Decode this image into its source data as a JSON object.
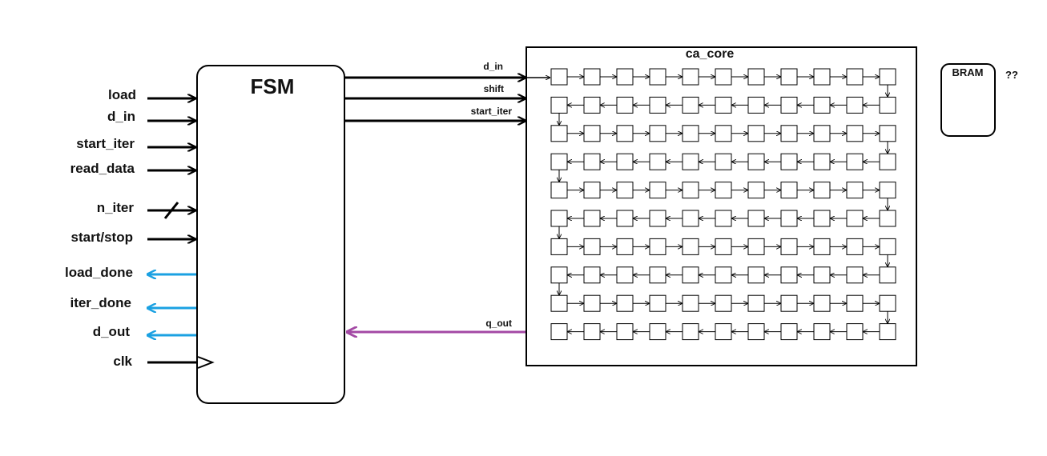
{
  "fsm": {
    "title": "FSM"
  },
  "fsm_inputs": [
    {
      "label": "load"
    },
    {
      "label": "d_in"
    },
    {
      "label": "start_iter"
    },
    {
      "label": "read_data"
    },
    {
      "label": "n_iter",
      "bus": true
    },
    {
      "label": "start/stop"
    }
  ],
  "fsm_outputs": [
    {
      "label": "load_done"
    },
    {
      "label": "iter_done"
    },
    {
      "label": "d_out"
    }
  ],
  "clock": {
    "label": "clk"
  },
  "fsm_to_core": [
    {
      "label": "d_in"
    },
    {
      "label": "shift"
    },
    {
      "label": "start_iter"
    }
  ],
  "core_to_fsm": {
    "label": "q_out"
  },
  "core": {
    "title": "ca_core",
    "rows": 10,
    "cols": 11
  },
  "bram": {
    "title": "BRAM",
    "note": "??"
  },
  "colors": {
    "line": "#000000",
    "output_arrow": "#1ba1e2",
    "q_out_arrow": "#a349a4"
  }
}
